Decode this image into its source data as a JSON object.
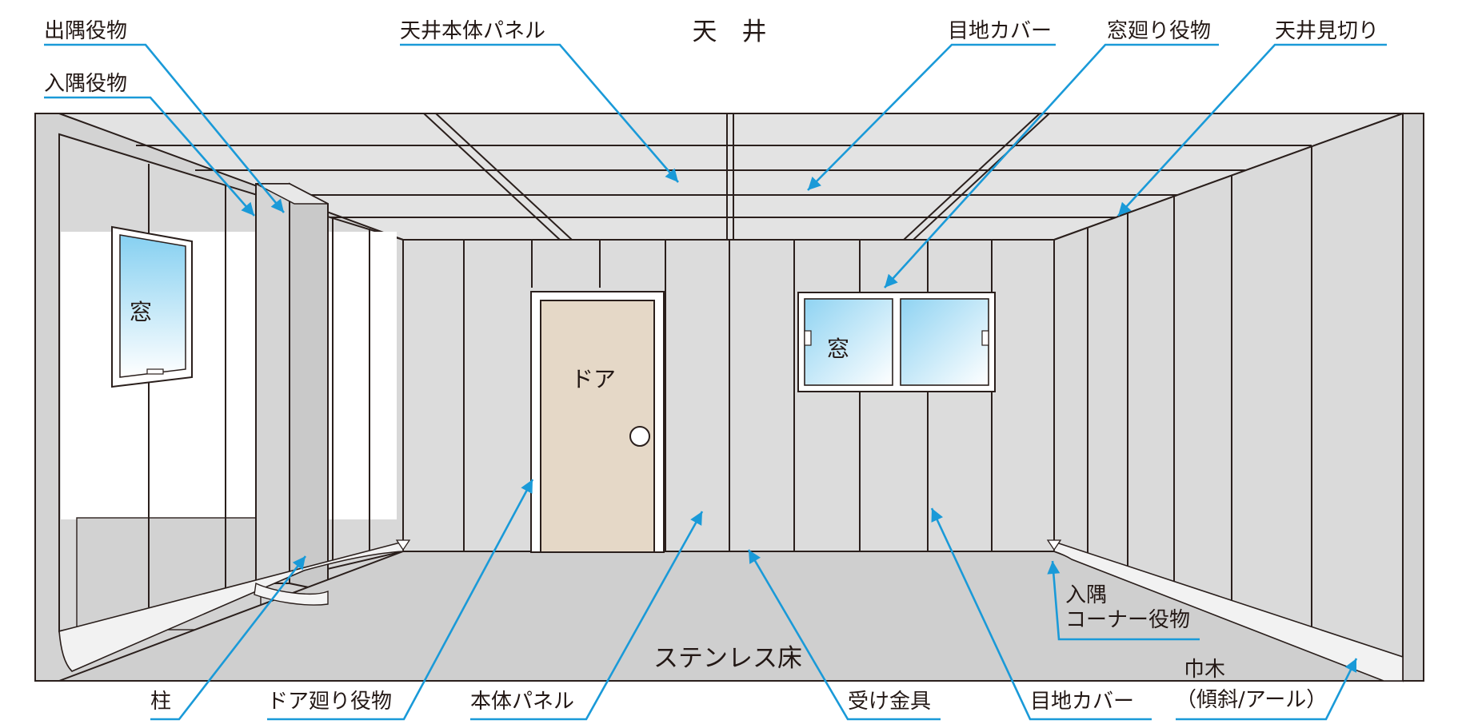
{
  "diagram": {
    "ceiling_title": "天　井",
    "callouts": {
      "deguu_yakumono": "出隅役物",
      "iriguu_yakumono": "入隅役物",
      "ceiling_panel": "天井本体パネル",
      "joint_cover_top": "目地カバー",
      "window_trim": "窓廻り役物",
      "ceiling_edge": "天井見切り",
      "column": "柱",
      "door_trim": "ドア廻り役物",
      "main_panel": "本体パネル",
      "bracket": "受け金具",
      "joint_cover_bottom": "目地カバー",
      "corner_trim_line1": "入隅",
      "corner_trim_line2": "コーナー役物",
      "baseboard_line1": "巾木",
      "baseboard_line2": "（傾斜/アール）"
    },
    "room_labels": {
      "window_left": "窓",
      "window_right": "窓",
      "door": "ドア",
      "floor": "ステンレス床"
    },
    "colors": {
      "leader": "#1a9ad8",
      "wall_panel": "#dcdcdc",
      "door": "#e5d8c7",
      "glass_top": "#86d0f1",
      "glass_bottom": "#ffffff",
      "outline": "#2a1f1c"
    }
  }
}
